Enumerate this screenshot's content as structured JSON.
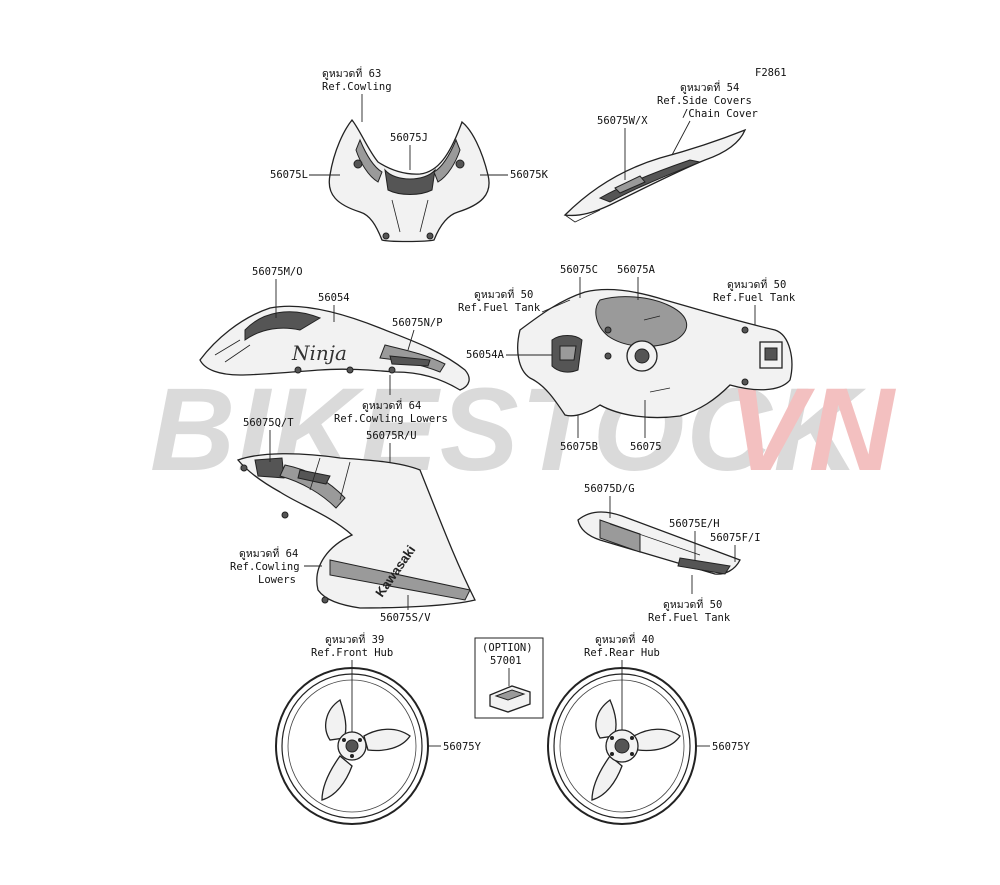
{
  "figure_code": "F2861",
  "watermark": {
    "text_gray": "BIKESTOCK",
    "text_red": "VN",
    "gray_color": "#d8d8d8",
    "red_color": "#f2b8b8"
  },
  "refs": {
    "cowling_top": {
      "line1": "ดูหมวดที่ 63",
      "line2": "Ref.Cowling"
    },
    "side_covers": {
      "line1": "ดูหมวดที่ 54",
      "line2": "Ref.Side Covers",
      "line3": "/Chain Cover"
    },
    "fuel_tank_left": {
      "line1": "ดูหมวดที่ 50",
      "line2": "Ref.Fuel Tank"
    },
    "fuel_tank_right": {
      "line1": "ดูหมวดที่ 50",
      "line2": "Ref.Fuel Tank"
    },
    "cowling_lowers_mid": {
      "line1": "ดูหมวดที่ 64",
      "line2": "Ref.Cowling Lowers"
    },
    "cowling_lowers_left": {
      "line1": "ดูหมวดที่ 64",
      "line2": "Ref.Cowling",
      "line3": "Lowers"
    },
    "fuel_tank_bottom": {
      "line1": "ดูหมวดที่ 50",
      "line2": "Ref.Fuel Tank"
    },
    "front_hub": {
      "line1": "ดูหมวดที่ 39",
      "line2": "Ref.Front Hub"
    },
    "rear_hub": {
      "line1": "ดูหมวดที่ 40",
      "line2": "Ref.Rear Hub"
    }
  },
  "option_box": {
    "title": "(OPTION)",
    "part": "57001"
  },
  "parts": {
    "p56075J": "56075J",
    "p56075L": "56075L",
    "p56075K": "56075K",
    "p56075WX": "56075W/X",
    "p56075MO": "56075M/O",
    "p56054": "56054",
    "p56075NP": "56075N/P",
    "p56075C": "56075C",
    "p56075A": "56075A",
    "p56054A": "56054A",
    "p56075B": "56075B",
    "p56075": "56075",
    "p56075QT": "56075Q/T",
    "p56075RU": "56075R/U",
    "p56075SV": "56075S/V",
    "p56075DG": "56075D/G",
    "p56075EH": "56075E/H",
    "p56075FI": "56075F/I",
    "p56075Y_front": "56075Y",
    "p56075Y_rear": "56075Y"
  },
  "decal_text": {
    "ninja": "Ninja",
    "kawasaki": "Kawasaki"
  }
}
